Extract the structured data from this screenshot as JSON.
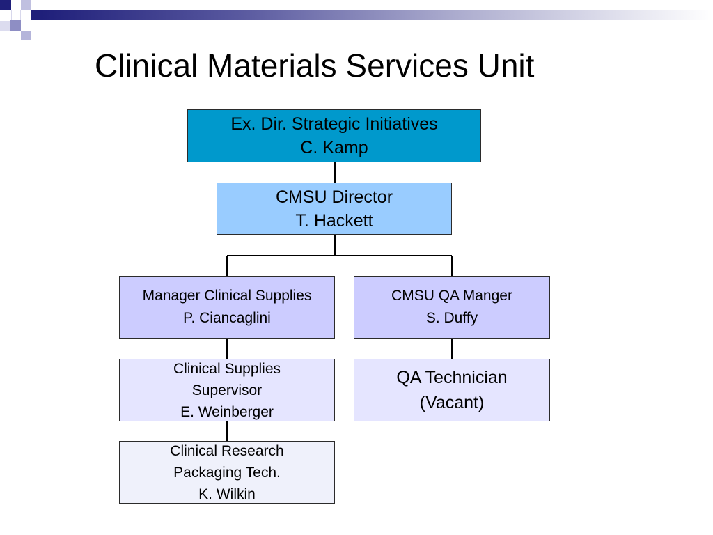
{
  "slide": {
    "title": "Clinical Materials Services Unit"
  },
  "colors": {
    "header_dark": "#1f1f7a",
    "level_1": "#0099cc",
    "level_2": "#99ccff",
    "level_3": "#ccccff",
    "level_4": "#e5e5ff",
    "level_5": "#eff1fb"
  },
  "org_chart": {
    "executive": {
      "role": "Ex. Dir. Strategic Initiatives",
      "person": "C. Kamp"
    },
    "director": {
      "role": "CMSU Director",
      "person": "T. Hackett"
    },
    "manager_supplies": {
      "role": "Manager Clinical Supplies",
      "person": "P. Ciancaglini"
    },
    "qa_manager": {
      "role": "CMSU QA Manger",
      "person": "S. Duffy"
    },
    "supplies_supervisor": {
      "role_line1": "Clinical Supplies",
      "role_line2": "Supervisor",
      "person": "E. Weinberger"
    },
    "qa_technician": {
      "role": "QA Technician",
      "person": "(Vacant)"
    },
    "packaging_tech": {
      "role_line1": "Clinical Research",
      "role_line2": "Packaging Tech.",
      "person": "K. Wilkin"
    }
  }
}
